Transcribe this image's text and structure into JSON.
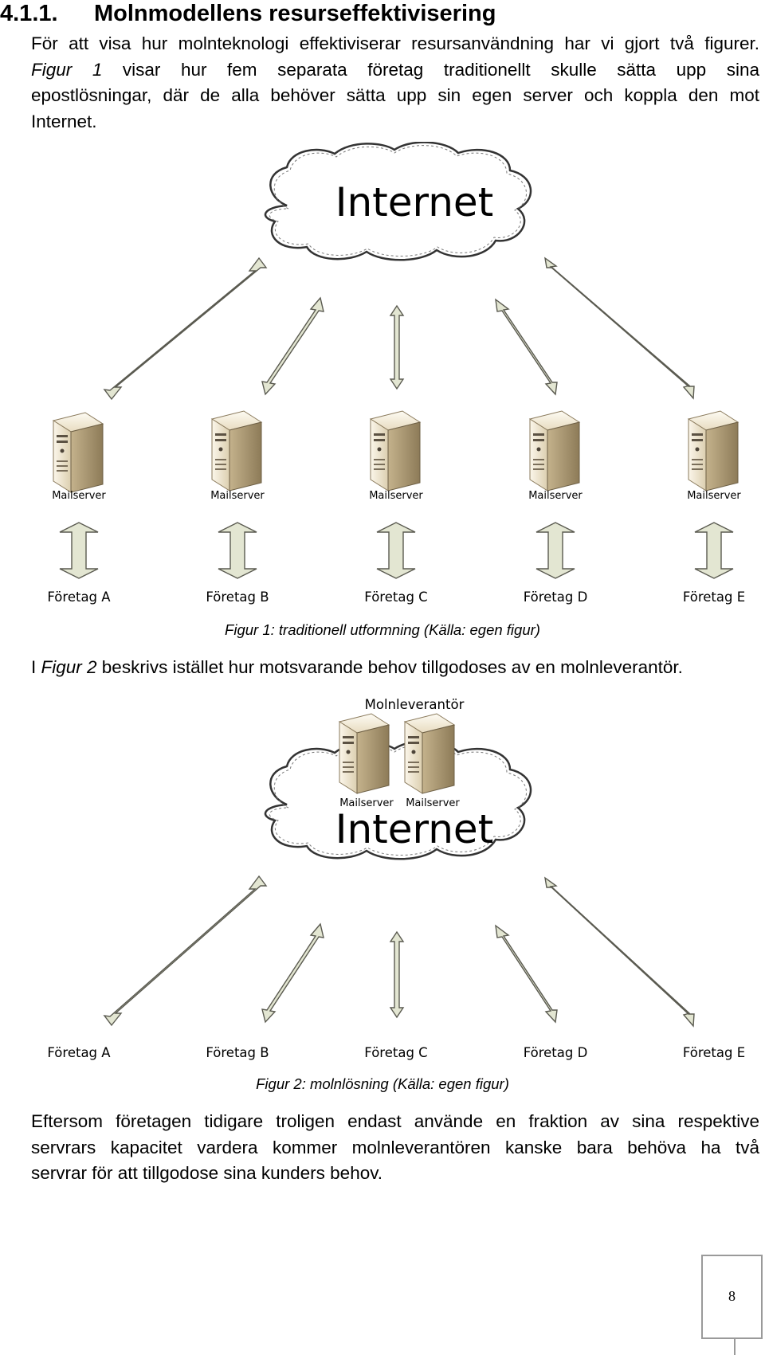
{
  "section": {
    "number": "4.1.1.",
    "title": "Molnmodellens resurseffektivisering"
  },
  "intro": {
    "line1": "För att visa hur molnteknologi effektiviserar resursanvändning har vi gjort två figurer.",
    "line2_italic": "Figur 1",
    "line2_rest": " visar hur fem separata företag traditionellt skulle sätta upp sina",
    "line3": "epostlösningar, där de alla behöver sätta upp sin egen server och koppla den mot",
    "line4": "Internet."
  },
  "figure1": {
    "cloud_label": "Internet",
    "server_label": "Mailserver",
    "companies": [
      "Företag A",
      "Företag B",
      "Företag C",
      "Företag D",
      "Företag E"
    ],
    "caption": "Figur 1: traditionell utformning (Källa: egen figur)"
  },
  "middle": {
    "prefix": "I ",
    "italic": "Figur 2",
    "rest": " beskrivs istället hur motsvarande behov tillgodoses av en molnleverantör."
  },
  "figure2": {
    "provider_label": "Molnleverantör",
    "server_labels": [
      "Mailserver",
      "Mailserver"
    ],
    "cloud_label": "Internet",
    "companies": [
      "Företag A",
      "Företag B",
      "Företag C",
      "Företag D",
      "Företag E"
    ],
    "caption": "Figur 2: molnlösning (Källa: egen figur)"
  },
  "conclusion": {
    "line1": "Eftersom företagen tidigare troligen endast använde en fraktion av sina respektive",
    "line2": "servrars kapacitet vardera kommer molnleverantören kanske bara behöva ha två",
    "line3": "servrar för att tillgodose sina kunders behov."
  },
  "page_number": "8",
  "colors": {
    "arrow_fill": "#e3e6d2",
    "arrow_stroke": "#5a5a50",
    "server_light": "#f0e8d6",
    "server_dark": "#b8a888"
  }
}
